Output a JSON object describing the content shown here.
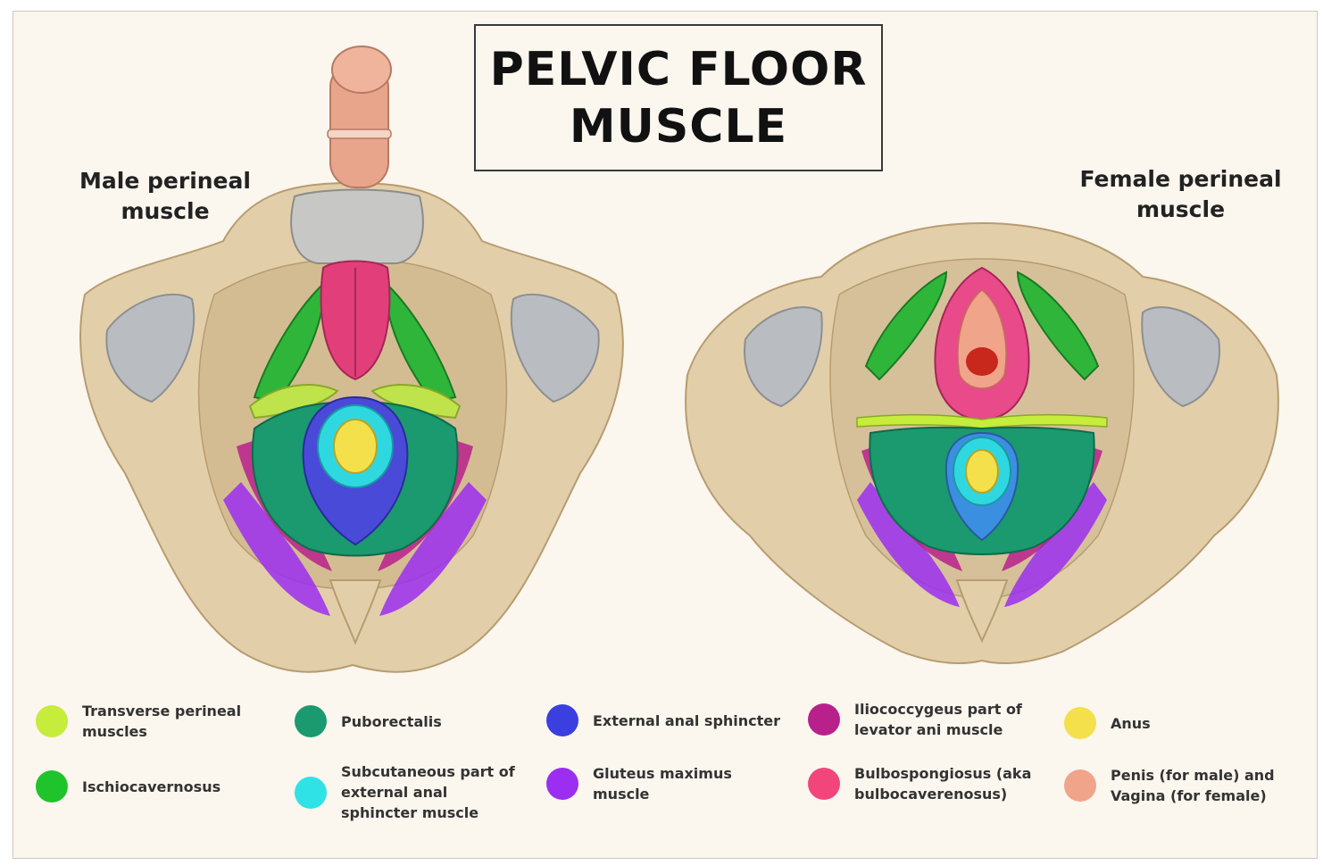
{
  "title": {
    "line1": "PELVIC FLOOR",
    "line2": "MUSCLE"
  },
  "male_label": {
    "line1": "Male perineal",
    "line2": "muscle"
  },
  "female_label": {
    "line1": "Female perineal",
    "line2": "muscle"
  },
  "legend": [
    {
      "lines": [
        "Transverse perineal",
        "muscles"
      ],
      "color": "#c6ec3c"
    },
    {
      "lines": [
        "Ischiocavernosus"
      ],
      "color": "#1fc42c"
    },
    {
      "lines": [
        "Puborectalis"
      ],
      "color": "#1a9a6e"
    },
    {
      "lines": [
        "Subcutaneous part of",
        "external anal",
        "sphincter muscle"
      ],
      "color": "#2fe2e6"
    },
    {
      "lines": [
        "External anal sphincter"
      ],
      "color": "#3b3fe0"
    },
    {
      "lines": [
        "Gluteus maximus",
        "muscle"
      ],
      "color": "#9b2ef0"
    },
    {
      "lines": [
        "Iliococcygeus part of",
        "levator ani muscle"
      ],
      "color": "#b8208c"
    },
    {
      "lines": [
        "Bulbospongiosus (aka",
        "bulbocaverenosus)"
      ],
      "color": "#f2457c"
    },
    {
      "lines": [
        "Anus"
      ],
      "color": "#f3e04a"
    },
    {
      "lines": [
        "Penis (for male) and",
        "Vagina (for female)"
      ],
      "color": "#f0a48a"
    }
  ],
  "colors": {
    "bone": "#e2cfaa",
    "bone_shadow": "#c9b28a",
    "background": "#fbf6ee"
  }
}
